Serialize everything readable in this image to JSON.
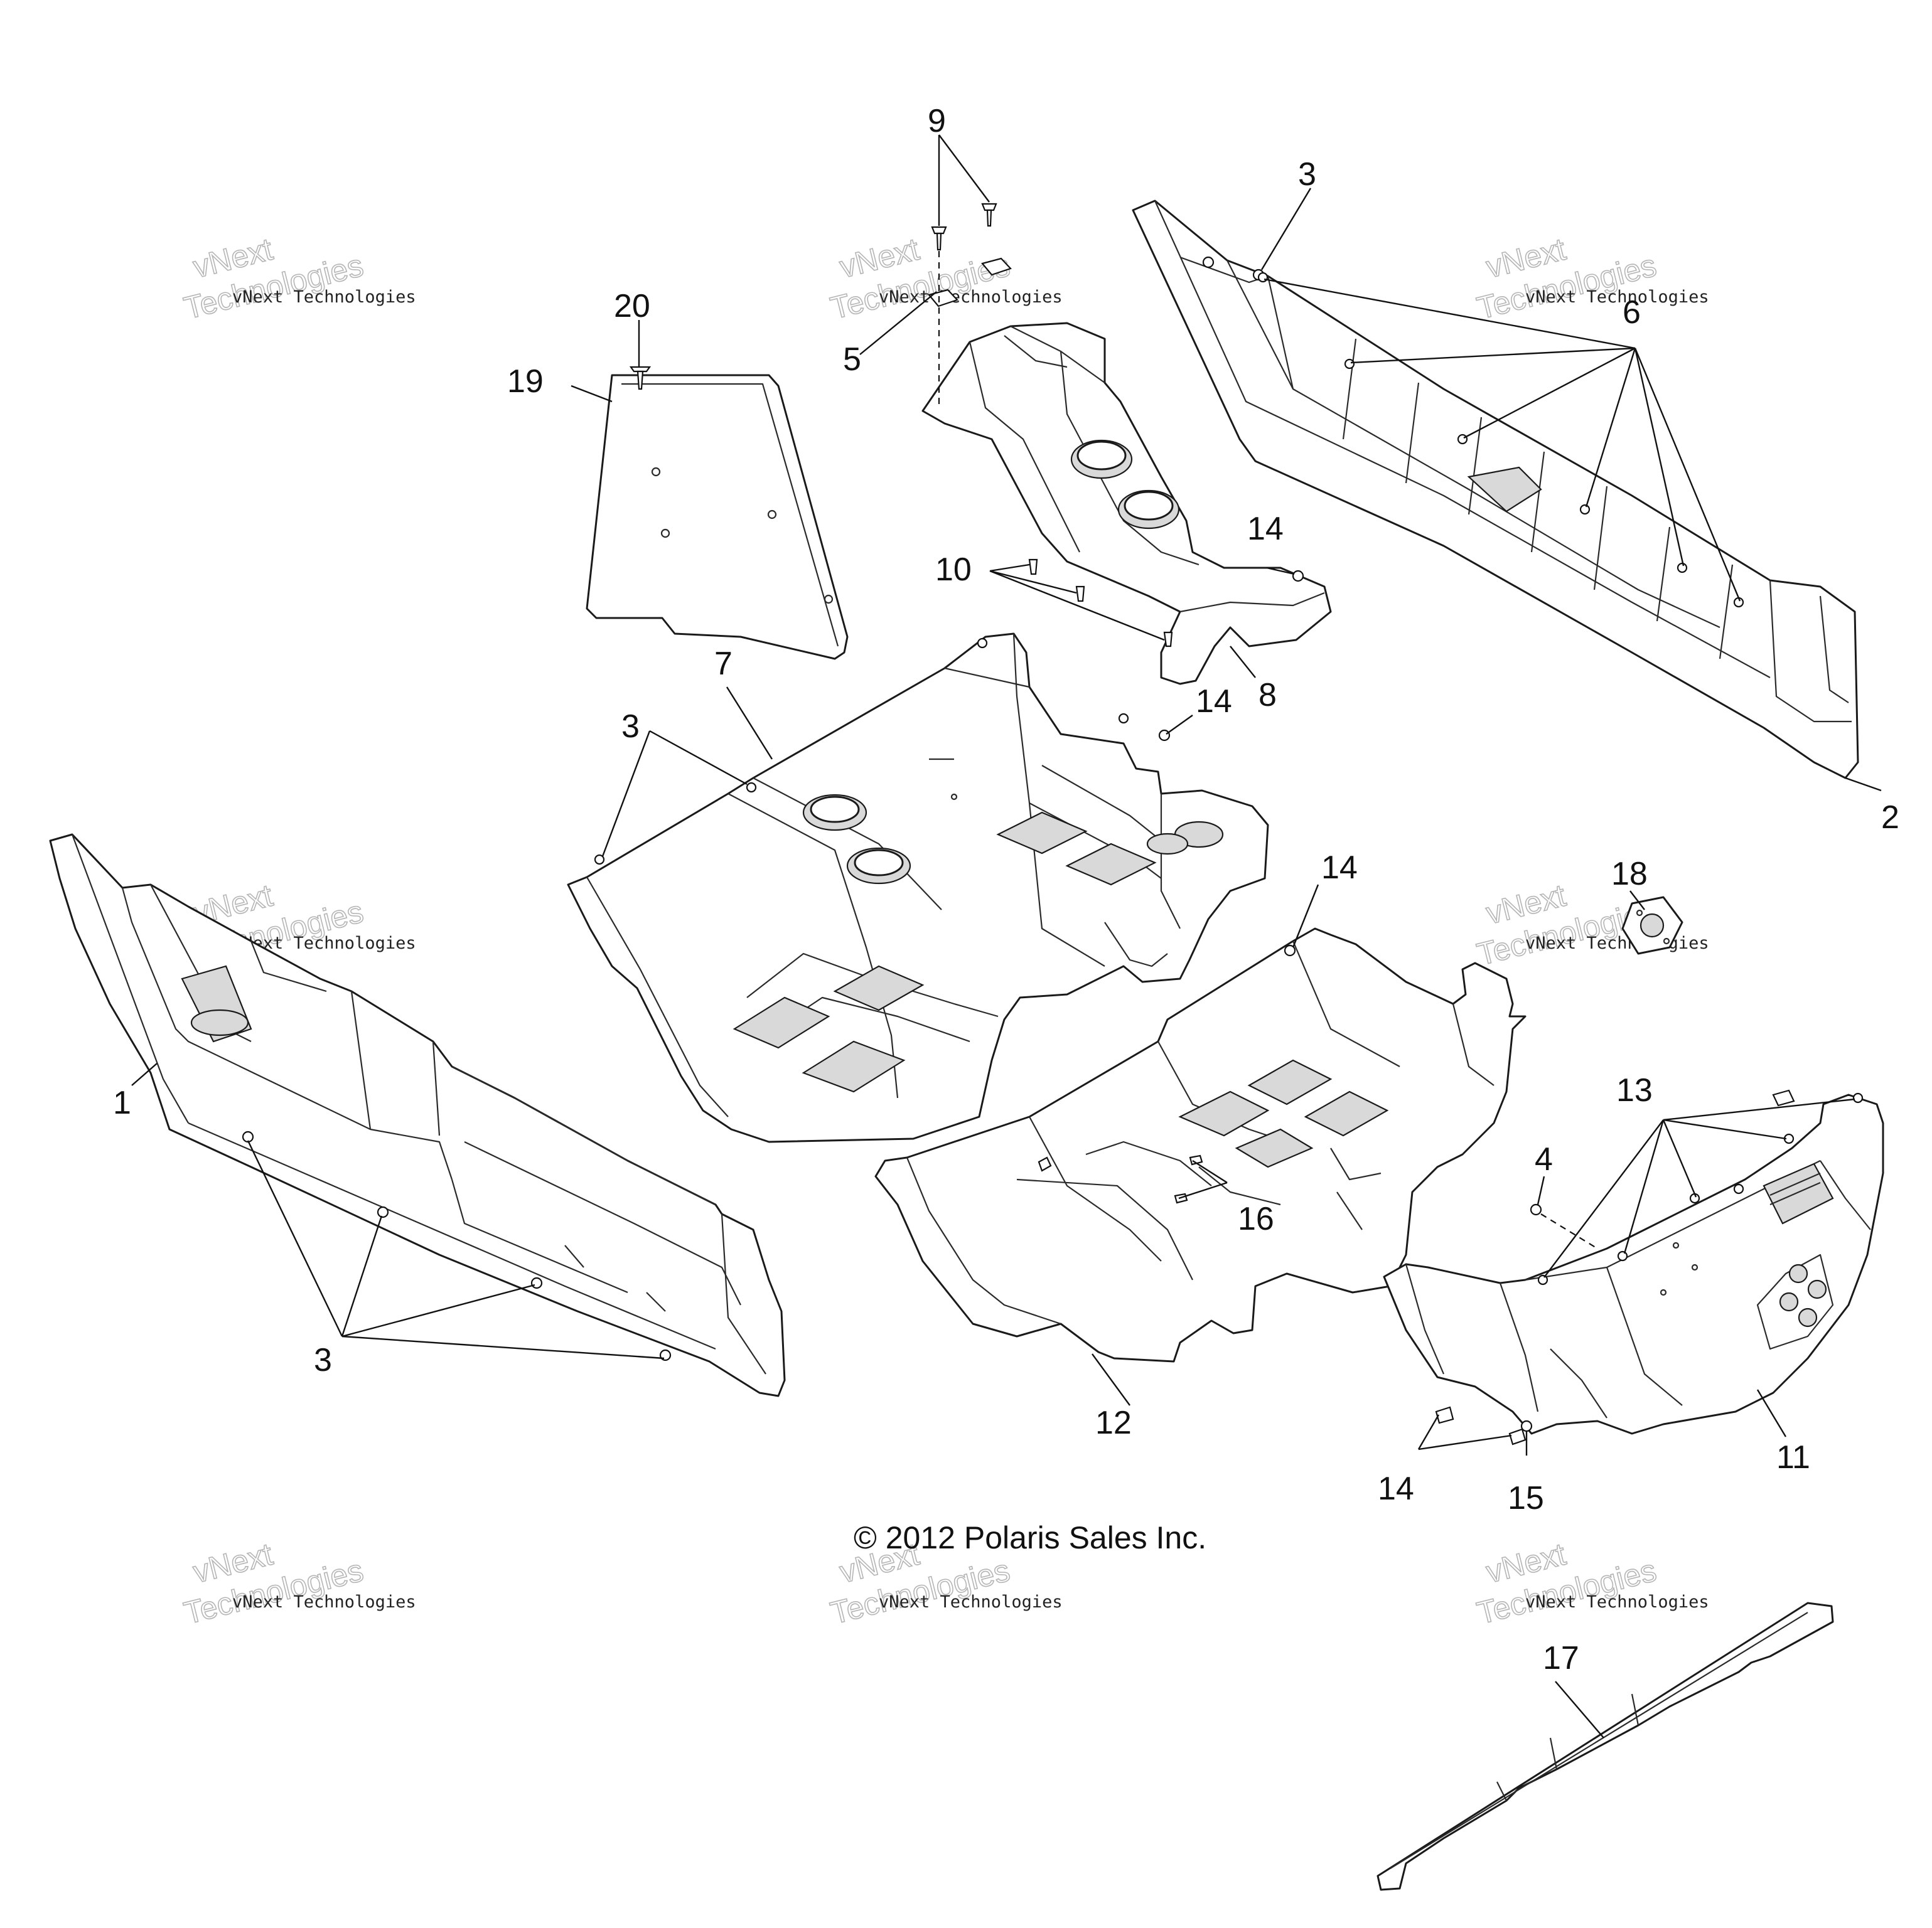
{
  "callouts": {
    "c1": "1",
    "c2": "2",
    "c3a": "3",
    "c3b": "3",
    "c3c": "3",
    "c4": "4",
    "c5": "5",
    "c6": "6",
    "c7": "7",
    "c8": "8",
    "c9": "9",
    "c10": "10",
    "c11": "11",
    "c12": "12",
    "c13": "13",
    "c14a": "14",
    "c14b": "14",
    "c14c": "14",
    "c14d": "14",
    "c15": "15",
    "c16": "16",
    "c17": "17",
    "c18": "18",
    "c19": "19",
    "c20": "20"
  },
  "copyright": "© 2012 Polaris Sales Inc.",
  "watermark": {
    "line1": "vNext Technologies",
    "line2": "Technologies",
    "line3": "vNext"
  }
}
